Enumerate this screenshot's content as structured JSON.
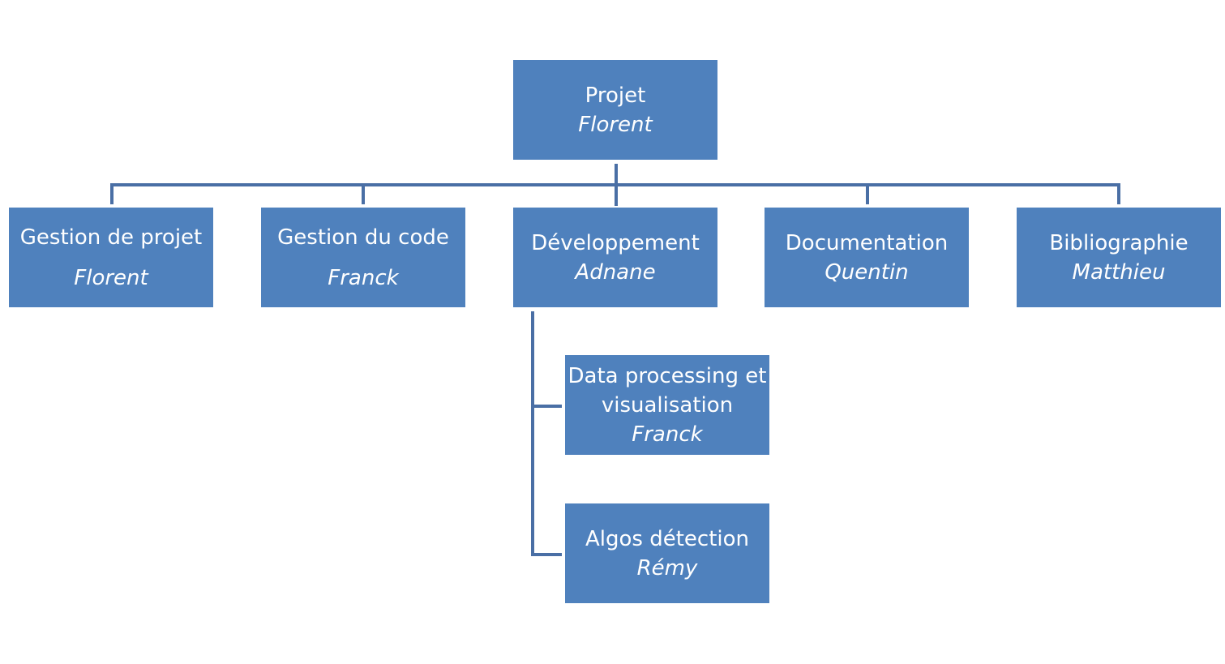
{
  "root": {
    "title": "Projet",
    "person": "Florent"
  },
  "branches": [
    {
      "id": "gestion-projet",
      "title": "Gestion de projet",
      "person": "Florent"
    },
    {
      "id": "gestion-code",
      "title": "Gestion du code",
      "person": "Franck"
    },
    {
      "id": "developpement",
      "title": "Développement",
      "person": "Adnane"
    },
    {
      "id": "documentation",
      "title": "Documentation",
      "person": "Quentin"
    },
    {
      "id": "bibliographie",
      "title": "Bibliographie",
      "person": "Matthieu"
    }
  ],
  "sub_branches": [
    {
      "id": "data-processing",
      "title_line1": "Data processing et",
      "title_line2": "visualisation",
      "person": "Franck"
    },
    {
      "id": "algos-detection",
      "title": "Algos détection",
      "person": "Rémy"
    }
  ],
  "colors": {
    "box_fill": "#4f81bd",
    "connector": "#4a6fa5",
    "text": "#ffffff"
  }
}
